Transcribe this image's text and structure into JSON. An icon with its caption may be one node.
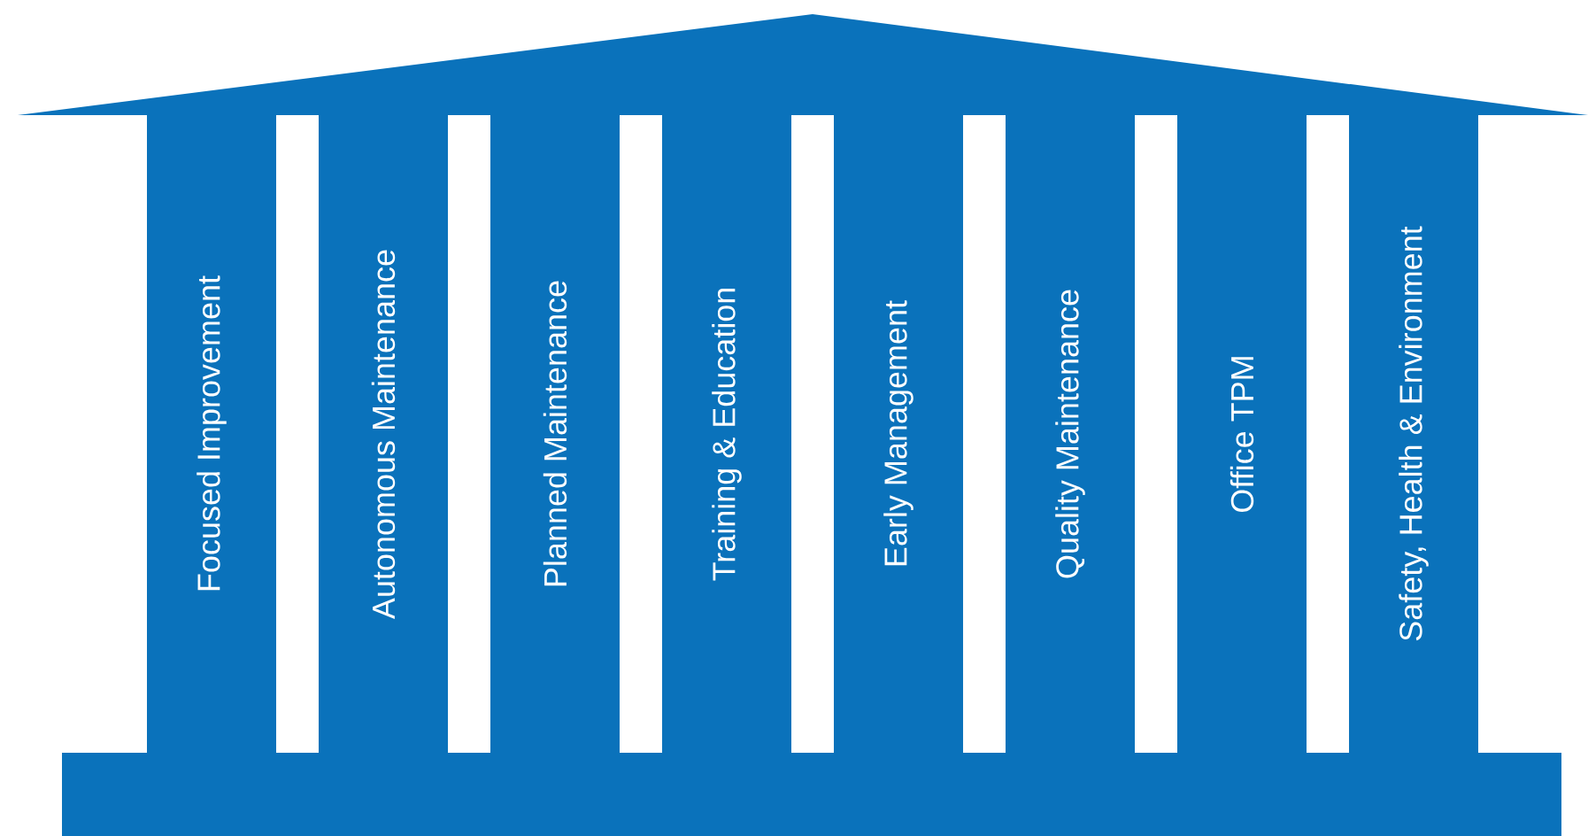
{
  "diagram": {
    "nodes": [
      {
        "text": [],
        "shape": "triangle"
      },
      {
        "text": [
          "Focused Improvement"
        ]
      },
      {
        "text": [
          "Autonomous Maintenance"
        ]
      },
      {
        "text": [
          "Planned Maintenance"
        ]
      },
      {
        "text": [
          "Training & Education"
        ]
      },
      {
        "text": [
          "Early Management"
        ]
      },
      {
        "text": [
          "Quality Maintenance"
        ]
      },
      {
        "text": [
          "Office TPM"
        ]
      },
      {
        "text": [
          "Safety, Health & Environment"
        ]
      },
      {
        "text": [],
        "shape": "bar"
      }
    ]
  }
}
